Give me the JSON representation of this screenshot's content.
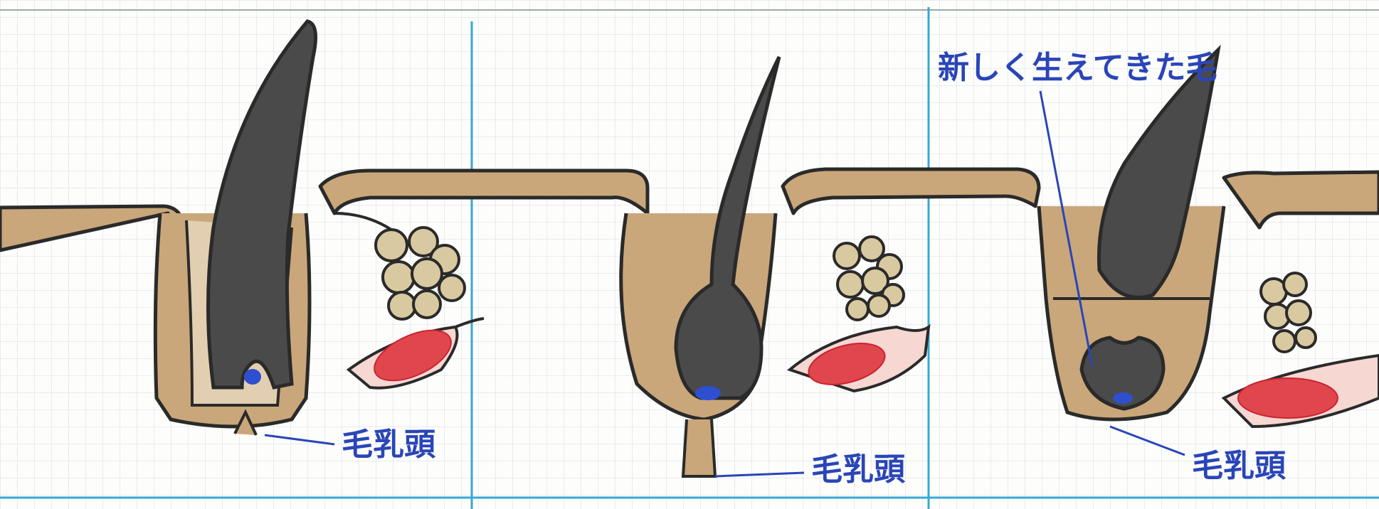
{
  "labels": {
    "panel1_papilla": "毛乳頭",
    "panel2_papilla": "毛乳頭",
    "panel3_new_hair": "新しく生えてきた毛",
    "panel3_papilla": "毛乳頭"
  },
  "colors": {
    "skin": "#c9a77a",
    "hair": "#4a4a4a",
    "outline": "#2a2a2a",
    "muscle": "#e0474c",
    "papilla": "#2e4fd0",
    "label": "#2a45b8",
    "grid": "#d3dde6",
    "divider": "#36a9d6"
  }
}
